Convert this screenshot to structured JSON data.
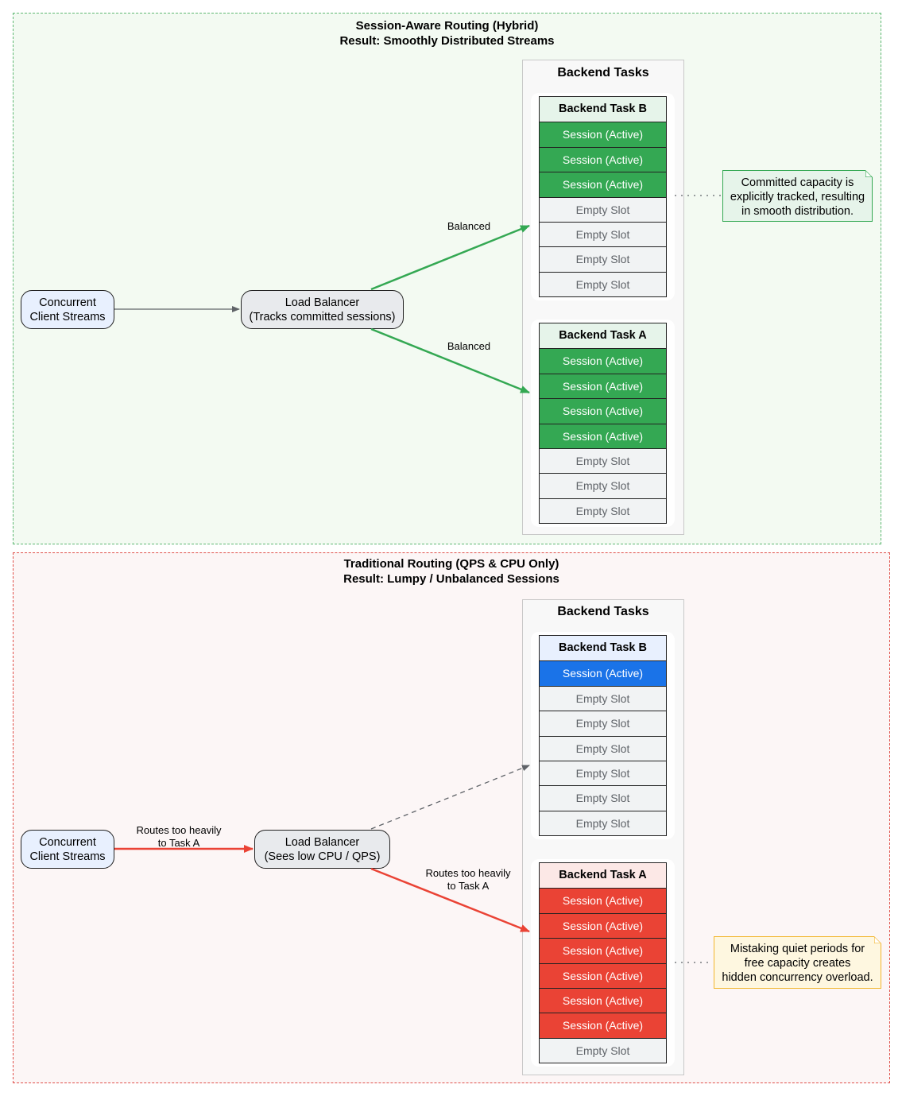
{
  "top": {
    "title_line1": "Session-Aware Routing (Hybrid)",
    "title_line2": "Result: Smoothly Distributed Streams",
    "client": {
      "line1": "Concurrent",
      "line2": "Client Streams"
    },
    "lb": {
      "line1": "Load Balancer",
      "line2": "(Tracks committed sessions)"
    },
    "tasks_title": "Backend Tasks",
    "task_b": {
      "header": "Backend Task B",
      "slots": [
        "Session (Active)",
        "Session (Active)",
        "Session (Active)",
        "Empty Slot",
        "Empty Slot",
        "Empty Slot",
        "Empty Slot"
      ]
    },
    "task_a": {
      "header": "Backend Task A",
      "slots": [
        "Session (Active)",
        "Session (Active)",
        "Session (Active)",
        "Session (Active)",
        "Empty Slot",
        "Empty Slot",
        "Empty Slot"
      ]
    },
    "edge_label_b": "Balanced",
    "edge_label_a": "Balanced",
    "note": {
      "line1": "Committed capacity is",
      "line2": "explicitly tracked, resulting",
      "line3": "in smooth distribution."
    },
    "colors": {
      "active": "#34a853",
      "header": "#e6f4ea",
      "border": "#5fb874"
    }
  },
  "bottom": {
    "title_line1": "Traditional Routing (QPS & CPU Only)",
    "title_line2": "Result: Lumpy / Unbalanced Sessions",
    "client": {
      "line1": "Concurrent",
      "line2": "Client Streams"
    },
    "lb": {
      "line1": "Load Balancer",
      "line2": "(Sees low CPU / QPS)"
    },
    "tasks_title": "Backend Tasks",
    "task_b": {
      "header": "Backend Task B",
      "slots": [
        "Session (Active)",
        "Empty Slot",
        "Empty Slot",
        "Empty Slot",
        "Empty Slot",
        "Empty Slot",
        "Empty Slot"
      ]
    },
    "task_a": {
      "header": "Backend Task A",
      "slots": [
        "Session (Active)",
        "Session (Active)",
        "Session (Active)",
        "Session (Active)",
        "Session (Active)",
        "Session (Active)",
        "Empty Slot"
      ]
    },
    "edge_label_client": {
      "line1": "Routes too heavily",
      "line2": "to Task A"
    },
    "edge_label_a": {
      "line1": "Routes too heavily",
      "line2": "to Task A"
    },
    "note": {
      "line1": "Mistaking quiet periods for",
      "line2": "free capacity creates",
      "line3": "hidden concurrency overload."
    },
    "colors": {
      "active_a": "#ea4335",
      "active_b": "#1a73e8",
      "header_a": "#fce8e6",
      "header_b": "#e8f0fe",
      "border": "#e0504a"
    }
  }
}
